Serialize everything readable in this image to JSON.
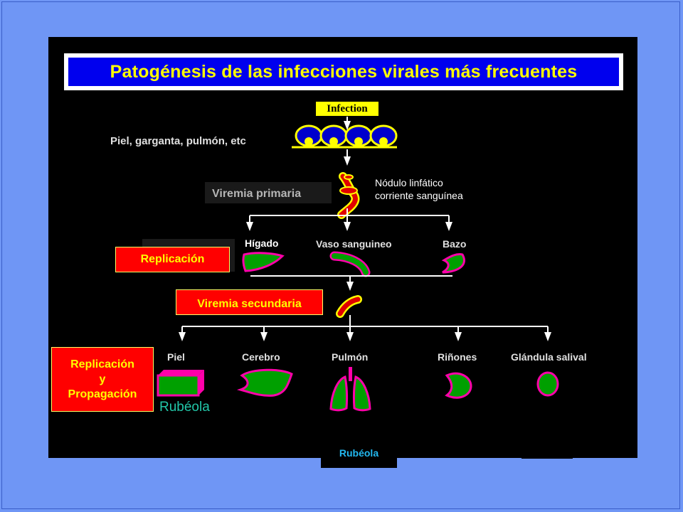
{
  "title": "Patogénesis de las infecciones virales más frecuentes",
  "infection": "Infection",
  "entry_sites": "Piel, garganta, pulmón, etc",
  "primary_viremia": "Viremia primaria",
  "lymph_node_line1": "Nódulo linfático",
  "lymph_node_line2": "corriente sanguínea",
  "organs_1": [
    "Hígado",
    "Vaso sanguineo",
    "Bazo"
  ],
  "replication": "Replicación",
  "secondary_viremia": "Viremia secundaria",
  "organs_2": [
    "Piel",
    "Cerebro",
    "Pulmón",
    "Riñones",
    "Glándula salival"
  ],
  "replication_spread": [
    "Replicación",
    "y",
    "Propagación"
  ],
  "rubeola_green": "Rubéola",
  "rubeola_box": "Rubéola",
  "colors": {
    "background": "#6f96f5",
    "panel": "#000000",
    "title_bg": "#0000ee",
    "title_text": "#ffff00",
    "box_red": "#ff0000",
    "organ_green": "#00a000",
    "organ_border": "#ff00aa"
  }
}
